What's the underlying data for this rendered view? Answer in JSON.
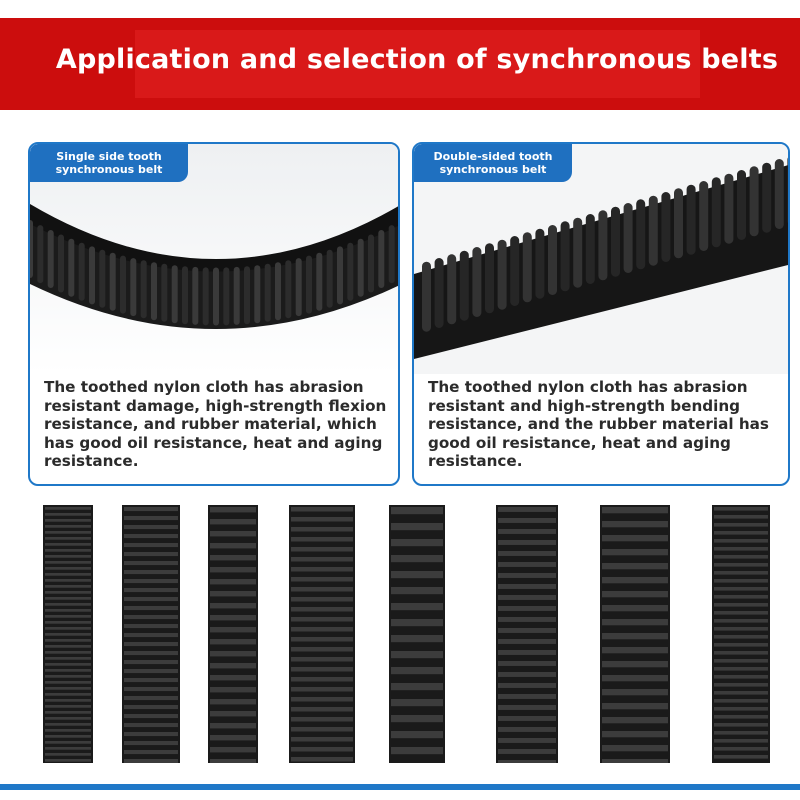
{
  "header": {
    "title": "Application and selection of synchronous belts"
  },
  "panels": [
    {
      "tag": "Single side tooth synchronous belt",
      "description": "The toothed nylon cloth has abrasion resistant damage, high-strength flexion resistance, and rubber material, which has good oil resistance, heat and aging resistance."
    },
    {
      "tag": "Double-sided tooth synchronous belt",
      "description": "The toothed nylon cloth has abrasion resistant and high-strength bending resistance, and the rubber material has good oil resistance, heat and aging resistance."
    }
  ],
  "belt_samples": [
    {
      "name": "belt-sample-1"
    },
    {
      "name": "belt-sample-2"
    },
    {
      "name": "belt-sample-3"
    },
    {
      "name": "belt-sample-4"
    },
    {
      "name": "belt-sample-5"
    },
    {
      "name": "belt-sample-6"
    },
    {
      "name": "belt-sample-7"
    },
    {
      "name": "belt-sample-8"
    }
  ],
  "colors": {
    "header_red": "#cc0d0d",
    "accent_blue": "#1f78c8",
    "belt_black": "#1a1a1a"
  }
}
